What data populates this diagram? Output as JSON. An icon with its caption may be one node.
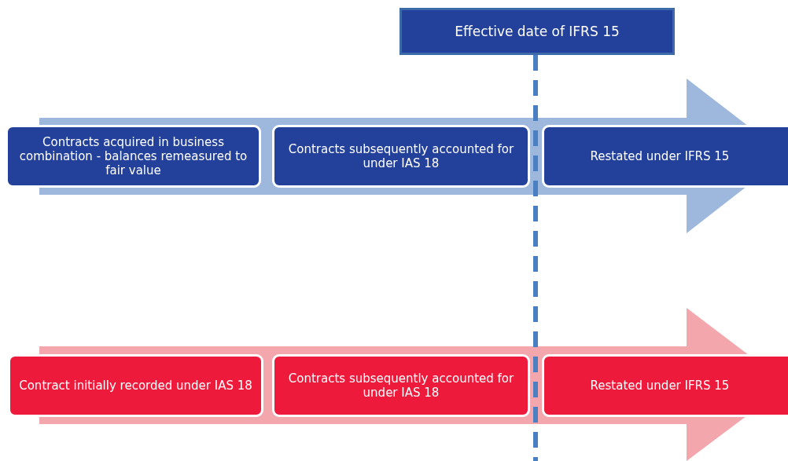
{
  "diagram": {
    "nodes": [
      {
        "text": [
          "Effective date of IFRS 15"
        ]
      },
      {
        "text": [
          "Contracts acquired in business combination - balances remeasured to fair value"
        ]
      },
      {
        "text": [
          "Contracts subsequently accounted for under IAS 18"
        ]
      },
      {
        "text": [
          "Restated under IFRS 15"
        ]
      },
      {
        "text": [
          "Contract initially recorded under IAS 18"
        ]
      },
      {
        "text": [
          "Contracts subsequently accounted for under IAS 18"
        ]
      },
      {
        "text": [
          "Restated under IFRS 15"
        ]
      }
    ]
  }
}
